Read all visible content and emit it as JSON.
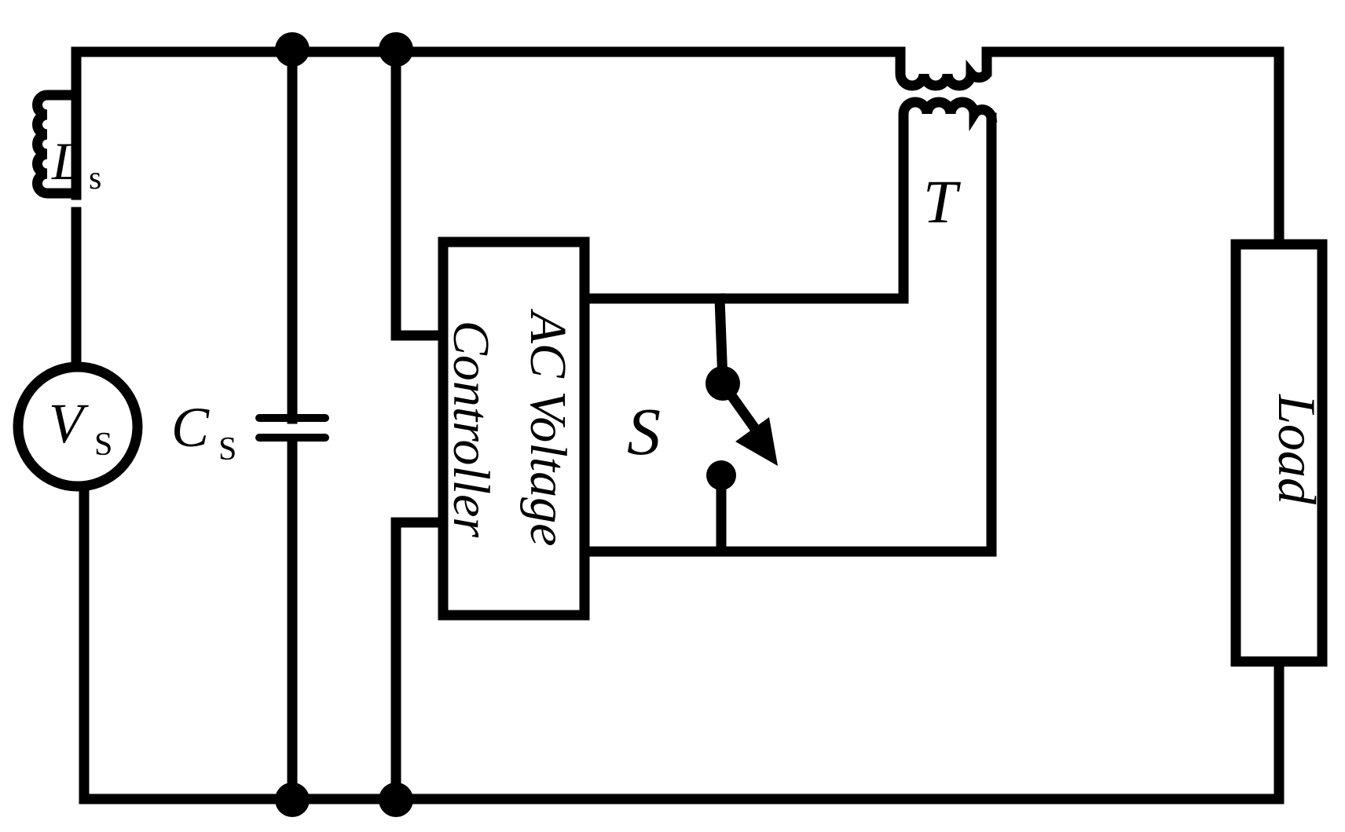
{
  "labels": {
    "inductor_main": "L",
    "inductor_sub": "s",
    "source_main": "V",
    "source_sub": "S",
    "capacitor_main": "C",
    "capacitor_sub": "S",
    "transformer": "T",
    "switch": "S",
    "controller_line1": "AC Voltage",
    "controller_line2": "Controller",
    "load": "Load"
  },
  "colors": {
    "ink": "#000000",
    "background": "#ffffff"
  }
}
